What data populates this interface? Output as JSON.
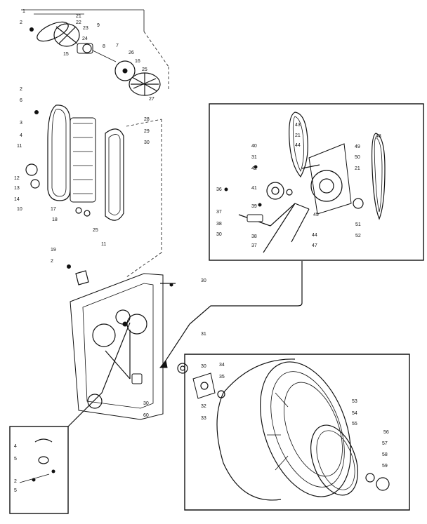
{
  "parts": [
    {
      "id": "p1",
      "label": "1"
    },
    {
      "id": "p21a",
      "label": "21"
    },
    {
      "id": "p22",
      "label": "22"
    },
    {
      "id": "p23",
      "label": "23"
    },
    {
      "id": "p2a",
      "label": "2"
    },
    {
      "id": "p9",
      "label": "9"
    },
    {
      "id": "p24",
      "label": "24"
    },
    {
      "id": "p15",
      "label": "15"
    },
    {
      "id": "p8",
      "label": "8"
    },
    {
      "id": "p7",
      "label": "7"
    },
    {
      "id": "p26",
      "label": "26"
    },
    {
      "id": "p16",
      "label": "16"
    },
    {
      "id": "p25a",
      "label": "25"
    },
    {
      "id": "p27",
      "label": "27"
    },
    {
      "id": "p2b",
      "label": "2"
    },
    {
      "id": "p6",
      "label": "6"
    },
    {
      "id": "p28",
      "label": "28"
    },
    {
      "id": "p29",
      "label": "29"
    },
    {
      "id": "p30a",
      "label": "30"
    },
    {
      "id": "p3",
      "label": "3"
    },
    {
      "id": "p4",
      "label": "4"
    },
    {
      "id": "p11a",
      "label": "11"
    },
    {
      "id": "p12",
      "label": "12"
    },
    {
      "id": "p13",
      "label": "13"
    },
    {
      "id": "p14",
      "label": "14"
    },
    {
      "id": "p10",
      "label": "10"
    },
    {
      "id": "p17",
      "label": "17"
    },
    {
      "id": "p18",
      "label": "18"
    },
    {
      "id": "p25b",
      "label": "25"
    },
    {
      "id": "p11b",
      "label": "11"
    },
    {
      "id": "p19",
      "label": "19"
    },
    {
      "id": "p2c",
      "label": "2"
    },
    {
      "id": "p30b",
      "label": "30"
    },
    {
      "id": "p43",
      "label": "43"
    },
    {
      "id": "p21b",
      "label": "21"
    },
    {
      "id": "p44a",
      "label": "44"
    },
    {
      "id": "p40",
      "label": "40"
    },
    {
      "id": "p31a",
      "label": "31"
    },
    {
      "id": "p42",
      "label": "42"
    },
    {
      "id": "p41",
      "label": "41"
    },
    {
      "id": "p39",
      "label": "39"
    },
    {
      "id": "p37a",
      "label": "37"
    },
    {
      "id": "p38a",
      "label": "38"
    },
    {
      "id": "p36",
      "label": "36"
    },
    {
      "id": "p30c",
      "label": "30"
    },
    {
      "id": "p38b",
      "label": "38"
    },
    {
      "id": "p37b",
      "label": "37"
    },
    {
      "id": "p48",
      "label": "48"
    },
    {
      "id": "p49",
      "label": "49"
    },
    {
      "id": "p50",
      "label": "50"
    },
    {
      "id": "p21c",
      "label": "21"
    },
    {
      "id": "p45",
      "label": "45"
    },
    {
      "id": "p44b",
      "label": "44"
    },
    {
      "id": "p47",
      "label": "47"
    },
    {
      "id": "p51",
      "label": "51"
    },
    {
      "id": "p52",
      "label": "52"
    },
    {
      "id": "p30d",
      "label": "30"
    },
    {
      "id": "p31b",
      "label": "31"
    },
    {
      "id": "p34",
      "label": "34"
    },
    {
      "id": "p35",
      "label": "35"
    },
    {
      "id": "p32",
      "label": "32"
    },
    {
      "id": "p33",
      "label": "33"
    },
    {
      "id": "p30e",
      "label": "30"
    },
    {
      "id": "p60",
      "label": "60"
    },
    {
      "id": "p53",
      "label": "53"
    },
    {
      "id": "p54",
      "label": "54"
    },
    {
      "id": "p55",
      "label": "55"
    },
    {
      "id": "p56",
      "label": "56"
    },
    {
      "id": "p57",
      "label": "57"
    },
    {
      "id": "p58",
      "label": "58"
    },
    {
      "id": "p59",
      "label": "59"
    },
    {
      "id": "p4b",
      "label": "4"
    },
    {
      "id": "p5a",
      "label": "5"
    },
    {
      "id": "p2d",
      "label": "2"
    },
    {
      "id": "p5b",
      "label": "5"
    }
  ]
}
